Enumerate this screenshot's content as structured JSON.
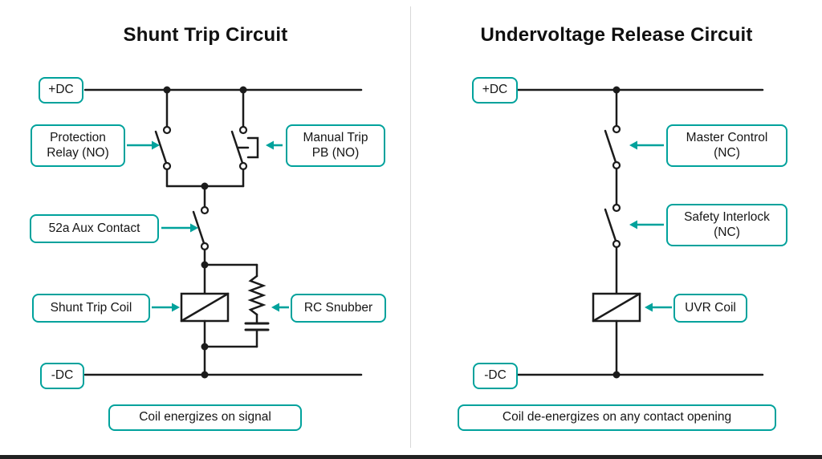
{
  "colors": {
    "accent": "#00A29C",
    "line": "#1B1B1B",
    "divider": "#D8D8D8"
  },
  "left": {
    "title": "Shunt Trip Circuit",
    "plus_dc": "+DC",
    "minus_dc": "-DC",
    "protection_relay": "Protection Relay (NO)",
    "manual_trip": "Manual Trip PB (NO)",
    "aux_contact": "52a Aux Contact",
    "coil": "Shunt Trip Coil",
    "rc_snubber": "RC Snubber",
    "caption": "Coil energizes on signal"
  },
  "right": {
    "title": "Undervoltage Release Circuit",
    "plus_dc": "+DC",
    "minus_dc": "-DC",
    "master_control": "Master Control (NC)",
    "safety_interlock": "Safety Interlock (NC)",
    "uvr_coil": "UVR Coil",
    "caption": "Coil de-energizes on any contact opening"
  }
}
